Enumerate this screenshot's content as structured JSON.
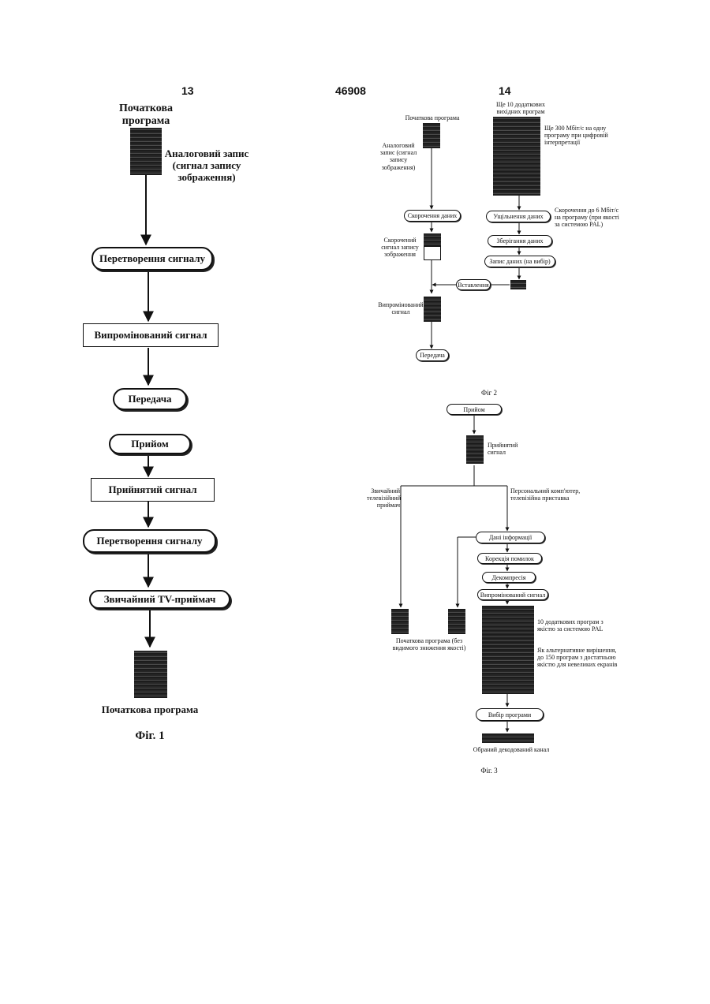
{
  "header": {
    "left_page": "13",
    "doc_number": "46908",
    "right_page": "14"
  },
  "fig1": {
    "source_label": "Початкова програма",
    "analog_record": "Аналоговий запис (сигнал запису зображення)",
    "convert1": "Перетворення сигналу",
    "emitted": "Випромінований сигнал",
    "transmit": "Передача",
    "receive": "Прийом",
    "received": "Прийнятий сигнал",
    "convert2": "Перетворення сигналу",
    "tv_receiver": "Звичайний TV-приймач",
    "result": "Початкова програма",
    "caption": "Фіг. 1"
  },
  "fig2": {
    "source_label": "Початкова програма",
    "extra_programs": "Ще 10 додаткових вихідних програм",
    "analog_record": "Аналоговий запис (сигнал запису зображення)",
    "bandwidth_note": "Ще 300 Мбіт/с на одну програму при цифровій інтерпретації",
    "compress_left": "Скорочення даних",
    "compress_right": "Ущільнення даних",
    "compress_note": "Скорочення до 6 Мбіт/с на програму (при якості за системою PAL)",
    "compressed_signal": "Скорочений сигнал запису зображення",
    "store": "Зберігання даних",
    "record": "Запис даних    (на вибір)",
    "insert": "Вставлення",
    "emitted": "Випромінований сигнал",
    "transmit": "Передача",
    "caption": "Фіг 2"
  },
  "fig3": {
    "receive": "Прийом",
    "received": "Прийнятий сигнал",
    "ordinary_tv": "Звичайний телевізійний приймач",
    "pc": "Персональний комп'ютер, телевізійна приставка",
    "data_info": "Дані інформації",
    "error_correction": "Корекція помилок",
    "decompression": "Декомпресія",
    "emitted": "Випромінований сигнал",
    "extra_pal": "10 додаткових програм з якістю за системою PAL",
    "alternative": "Як альтернативне вирішення, до 150 програм з достатньою якістю для невеликих екранів",
    "source_no_loss": "Початкова програма (без видимого зниження якості)",
    "select": "Вибір програми",
    "selected": "Обраний декодований канал",
    "caption": "Фіг. 3"
  }
}
